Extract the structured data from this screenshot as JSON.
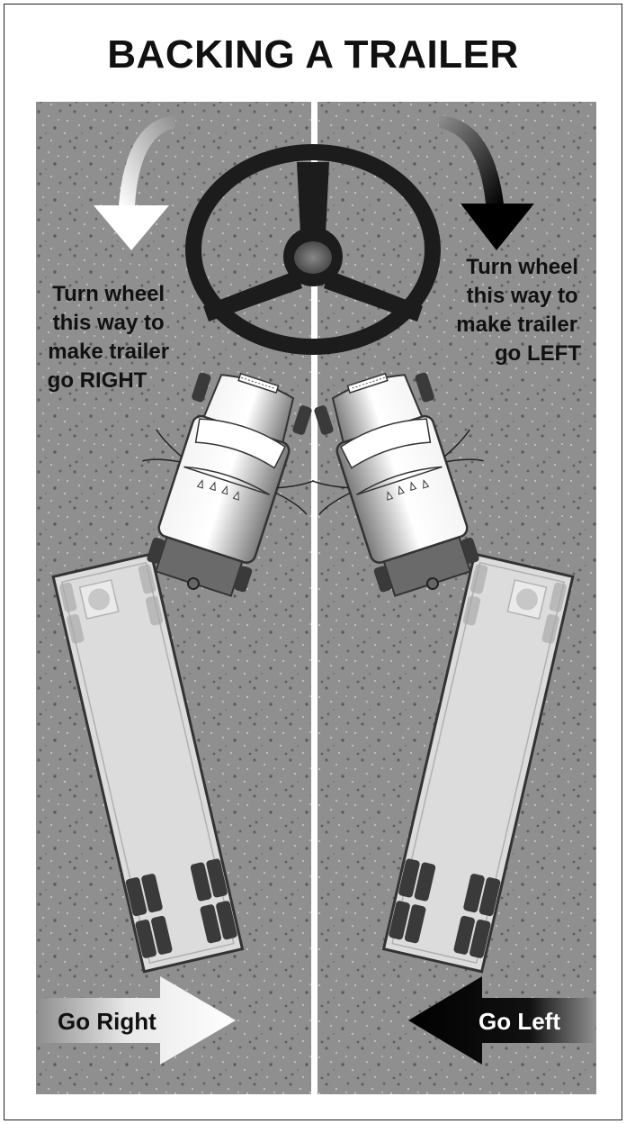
{
  "title": "BACKING A TRAILER",
  "left_instruction": [
    "Turn wheel",
    "this way to",
    "make trailer",
    "go RIGHT"
  ],
  "right_instruction": [
    "Turn wheel",
    "this way to",
    "make trailer",
    "go LEFT"
  ],
  "bottom_left_arrow_label": "Go Right",
  "bottom_right_arrow_label": "Go Left",
  "colors": {
    "road": "#8f8f8f",
    "speckle_dark": "#5e5e5e",
    "speckle_light": "#bdbdbd",
    "trailer": "#dcdcdc",
    "tire": "#3a3a3a",
    "wheel": "#1c1c1c"
  }
}
